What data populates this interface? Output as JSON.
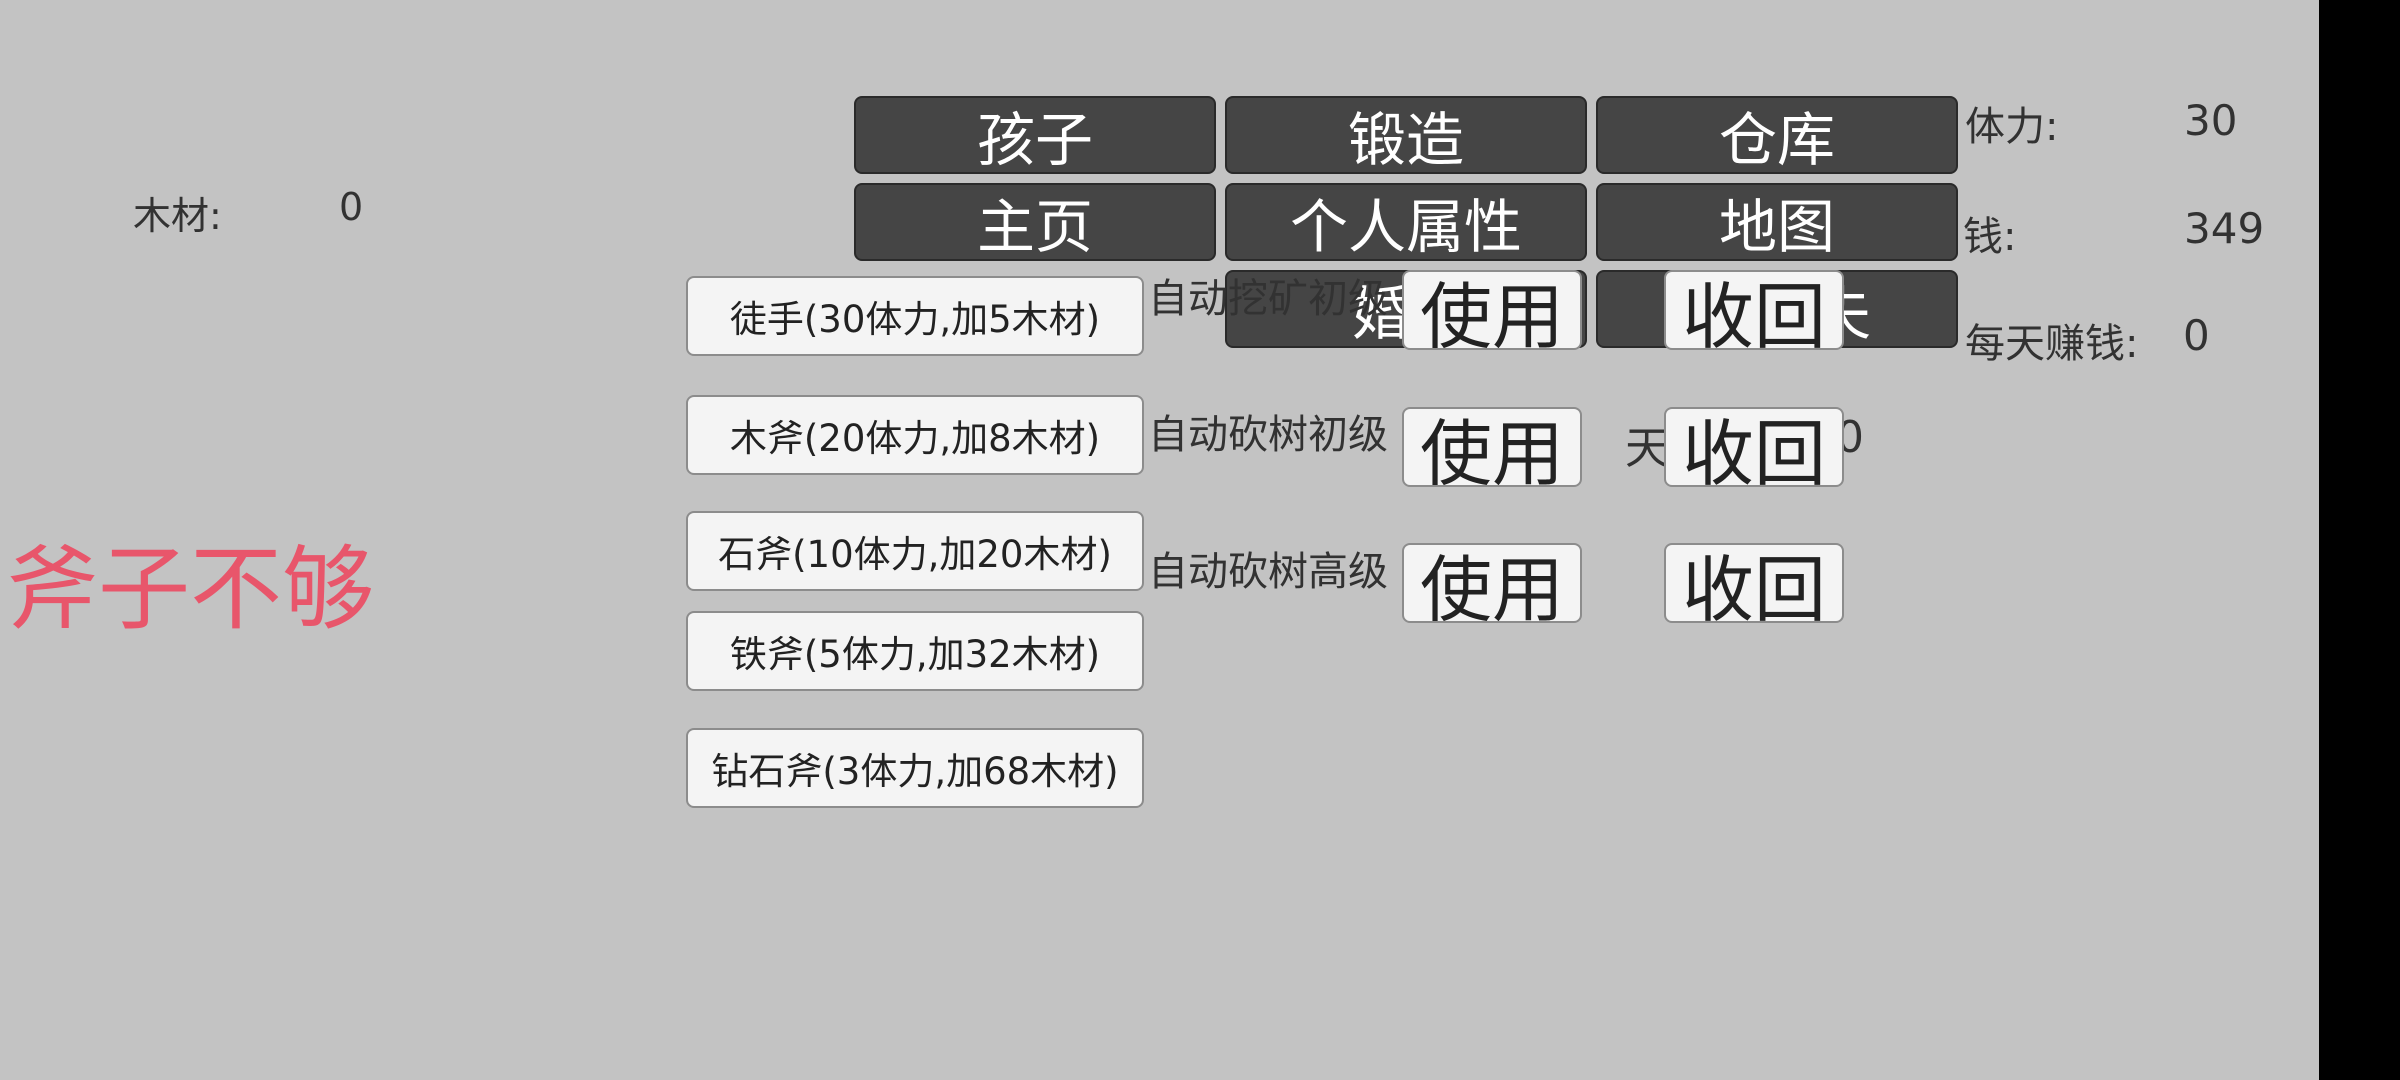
{
  "resources": {
    "wood_label": "木材:",
    "wood_value": "0"
  },
  "stats": {
    "stamina_label": "体力:",
    "stamina_value": "30",
    "money_label": "钱:",
    "money_value": "349",
    "daily_label": "每天赚钱:",
    "daily_value": "0"
  },
  "nav": {
    "children": "孩子",
    "forge": "锻造",
    "warehouse": "仓库",
    "home": "主页",
    "attributes": "个人属性",
    "map": "地图",
    "marriage_partial": "婚",
    "hidden_partial": "夫"
  },
  "axes": [
    {
      "label": "徒手(30体力,加5木材)"
    },
    {
      "label": "木斧(20体力,加8木材)"
    },
    {
      "label": "石斧(10体力,加20木材)"
    },
    {
      "label": "铁斧(5体力,加32木材)"
    },
    {
      "label": "钻石斧(3体力,加68木材)"
    }
  ],
  "auto": {
    "mining_basic": "自动挖矿初级",
    "chop_basic": "自动砍树初级",
    "chop_advanced": "自动砍树高级",
    "use": "使用",
    "recall": "收回",
    "hidden_day_prefix": "天",
    "hidden_day_suffix": "0"
  },
  "warning": "斧子不够",
  "colors": {
    "background": "#c3c3c3",
    "nav_button": "#454545",
    "light_button": "#f4f4f4",
    "warning": "#e8566b"
  }
}
